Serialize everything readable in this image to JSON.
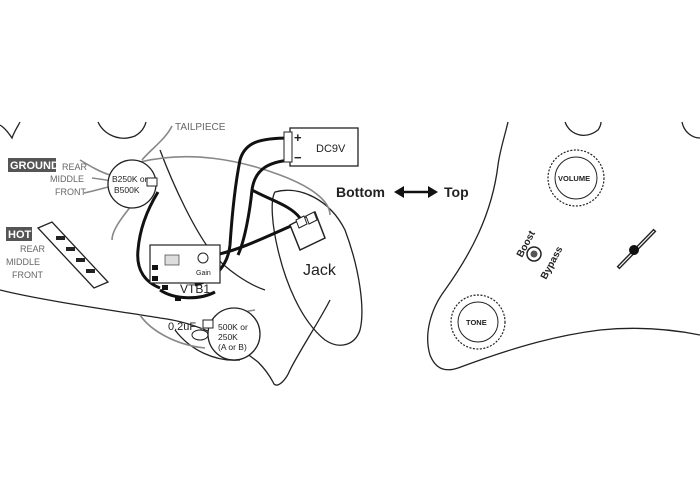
{
  "labels": {
    "tailpiece": "TAILPIECE",
    "ground": "GROUND",
    "hot": "HOT",
    "rear": "REAR",
    "middle": "MIDDLE",
    "front": "FRONT",
    "pot_top": "B250K or",
    "pot_bottom": "B500K",
    "battery": "DC9V",
    "plus": "+",
    "minus": "−",
    "bottom": "Bottom",
    "top": "Top",
    "jack": "Jack",
    "vtb1": "VTB1",
    "gain": "Gain",
    "cap": "0.2uF",
    "tone_pot_1": "500K or",
    "tone_pot_2": "250K",
    "tone_pot_3": "(A or B)",
    "volume": "VOLUME",
    "tone": "TONE",
    "boost": "Boost",
    "bypass": "Bypass"
  },
  "colors": {
    "line": "#222222",
    "wire": "#111111",
    "grey_wire": "#888888",
    "ground_bg": "#555555",
    "label_bg_text": "#ffffff"
  },
  "icons": {
    "arrow": "double-arrow-icon",
    "knob": "knob-icon",
    "toggle": "toggle-switch-icon",
    "selector": "pickup-selector-icon"
  }
}
